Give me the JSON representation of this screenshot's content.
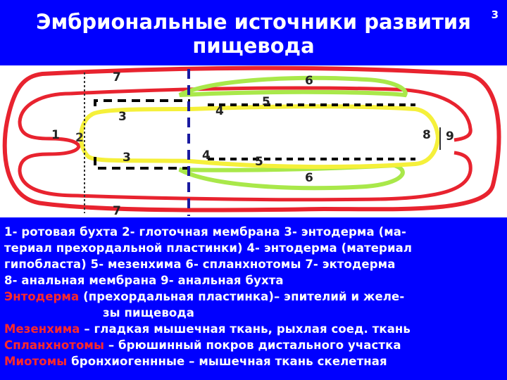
{
  "slide": {
    "title_line1": "Эмбриональные источники развития",
    "title_line2": "пищевода",
    "number": "3"
  },
  "diagram": {
    "labels": {
      "l1": "1",
      "l2": "2",
      "l3a": "3",
      "l3b": "3",
      "l4a": "4",
      "l4b": "4",
      "l5a": "5",
      "l5b": "5",
      "l6a": "6",
      "l6b": "6",
      "l7a": "7",
      "l7b": "7",
      "l8": "8",
      "l9": "9"
    },
    "colors": {
      "ectoderm": "#e8232f",
      "endoderm": "#f5f03a",
      "splanchnotome": "#a9e84a",
      "mesenchyme": "#000000",
      "background": "#0000ff"
    }
  },
  "caption": {
    "line1": "1- ротовая бухта 2- глоточная мембрана 3- энтодерма (ма-",
    "line2": "териал прехордальной пластинки) 4- энтодерма (материал",
    "line3": "гипобласта) 5- мезенхима 6- спланхнотомы 7- эктодерма",
    "line4": "8- анальная мембрана 9- анальная бухта",
    "line5_term": "Энтодерма",
    "line5_rest": " (прехордальная пластинка)– эпителий и желе-",
    "line6": "зы пищевода",
    "line7_term": "Мезенхима",
    "line7_rest": " – гладкая мышечная ткань, рыхлая соед. ткань",
    "line8_term": "Спланхнотомы",
    "line8_rest": " – брюшинный покров дистального участка",
    "line9_term": "Миотомы",
    "line9_rest": " бронхиогеннные – мышечная ткань скелетная"
  }
}
